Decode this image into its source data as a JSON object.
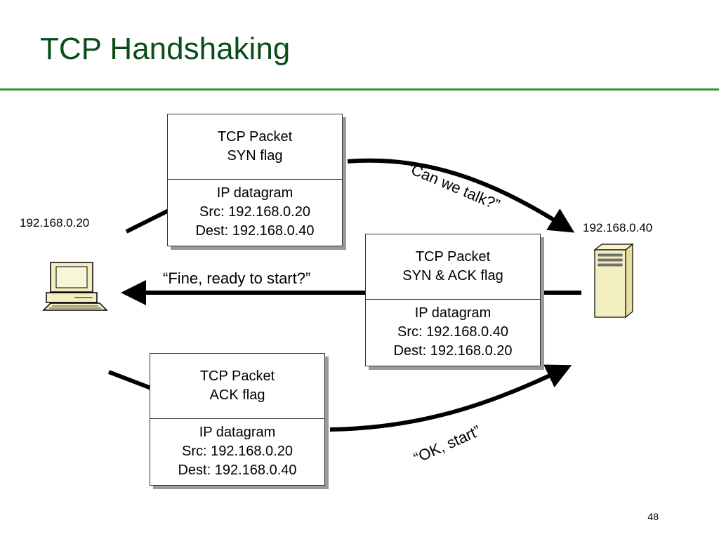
{
  "slide": {
    "title": "TCP Handshaking",
    "page_number": "48"
  },
  "hosts": {
    "client_ip": "192.168.0.20",
    "server_ip": "192.168.0.40"
  },
  "packets": [
    {
      "header_line1": "TCP Packet",
      "header_line2": "SYN flag",
      "body_line1": "IP datagram",
      "body_line2": "Src: 192.168.0.20",
      "body_line3": "Dest: 192.168.0.40"
    },
    {
      "header_line1": "TCP Packet",
      "header_line2": "SYN & ACK flag",
      "body_line1": "IP datagram",
      "body_line2": "Src: 192.168.0.40",
      "body_line3": "Dest: 192.168.0.20"
    },
    {
      "header_line1": "TCP Packet",
      "header_line2": "ACK flag",
      "body_line1": "IP datagram",
      "body_line2": "Src: 192.168.0.20",
      "body_line3": "Dest: 192.168.0.40"
    }
  ],
  "messages": {
    "syn": "“Can we talk?”",
    "synack": "“Fine, ready to start?”",
    "ack": "“OK, start”"
  },
  "icons": {
    "client": "desktop-computer-icon",
    "server": "server-tower-icon"
  }
}
